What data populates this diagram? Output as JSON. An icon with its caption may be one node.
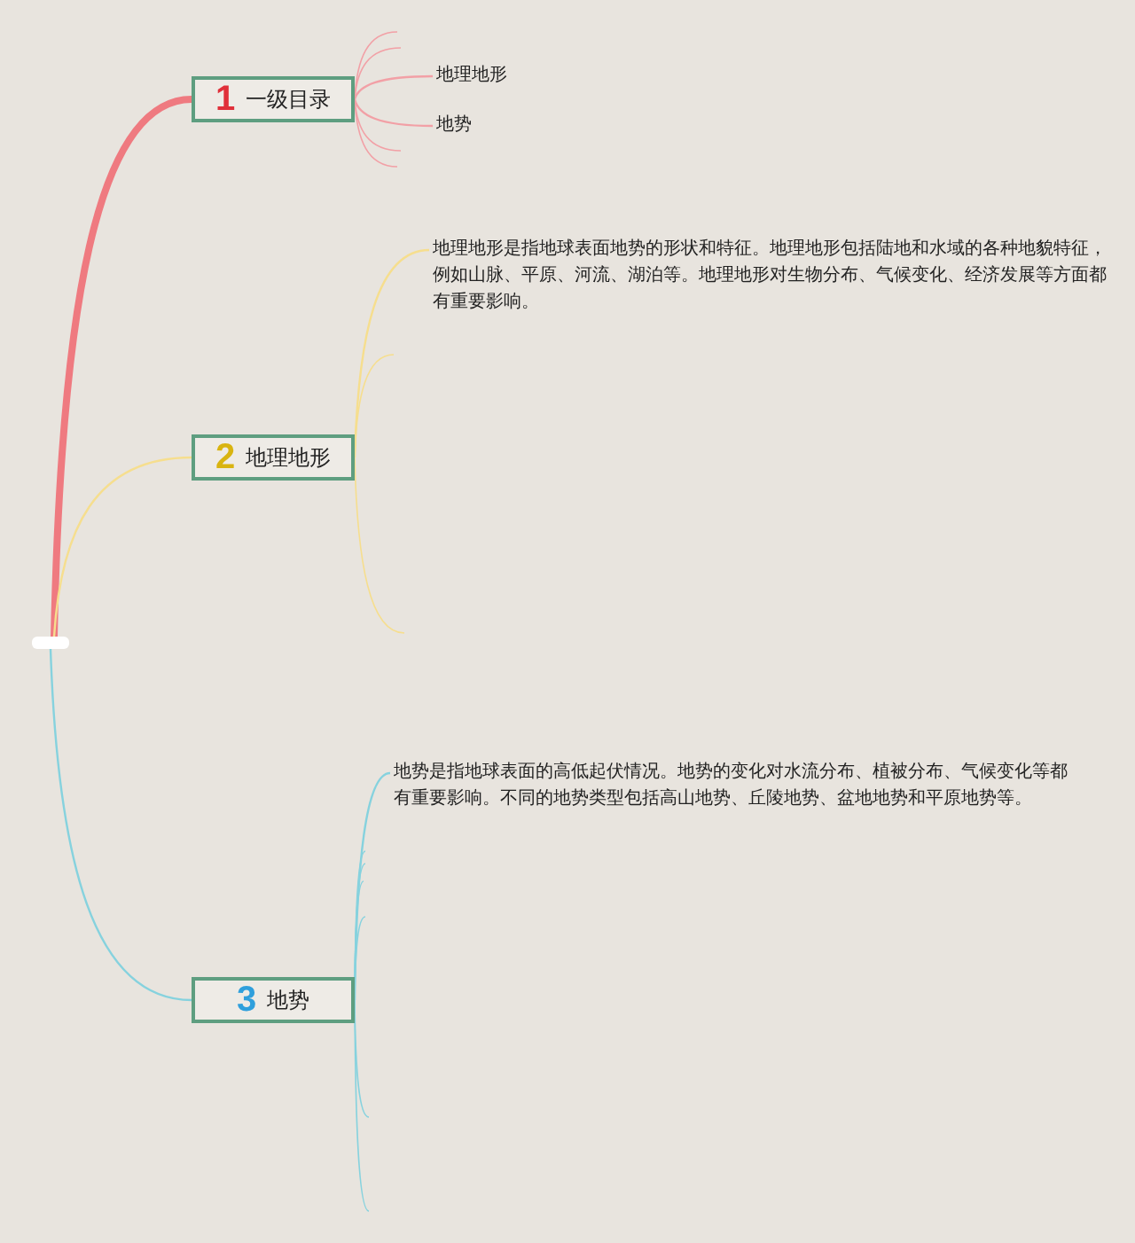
{
  "diagram": {
    "nodes": [
      {
        "text": [],
        "shape": "box"
      },
      {
        "text": [
          "1",
          "一级目录"
        ]
      },
      {
        "text": [
          "2",
          "地理地形"
        ]
      },
      {
        "text": [
          "3",
          "地势"
        ]
      },
      {
        "text": [
          "地理地形"
        ]
      },
      {
        "text": [
          "地势"
        ]
      },
      {
        "text": [
          "地理地形是指地球表面地势的形状和特征。地理地形包括陆地和水域的各种地貌特征，例如山脉、平原、河流、湖泊等。地理地形对生物分布、气候变化、经济发展等方面都有重要影响。"
        ]
      },
      {
        "text": [
          "地势是指地球表面的高低起伏情况。地势的变化对水流分布、植被分布、气候变化等都有重要影响。不同的地势类型包括高山地势、丘陵地势、盆地地势和平原地势等。"
        ]
      }
    ],
    "edges": [
      {
        "from": 0,
        "to": 1,
        "arrow": "none",
        "style": "thick",
        "color": "#ef7a80"
      },
      {
        "from": 0,
        "to": 2,
        "arrow": "none",
        "color": "#f6de8e"
      },
      {
        "from": 0,
        "to": 3,
        "arrow": "none",
        "color": "#86d2de"
      },
      {
        "from": 1,
        "to": 4,
        "arrow": "none",
        "color": "#f2a0a6"
      },
      {
        "from": 1,
        "to": 5,
        "arrow": "none",
        "color": "#f2a0a6"
      },
      {
        "from": 2,
        "to": 6,
        "arrow": "none",
        "color": "#f6de8e"
      },
      {
        "from": 3,
        "to": 7,
        "arrow": "none",
        "color": "#86d2de"
      },
      {
        "from": 1,
        "to": null,
        "arrow": "none",
        "color": "#f2a0a6"
      },
      {
        "from": 1,
        "to": null,
        "arrow": "none",
        "color": "#f2a0a6"
      },
      {
        "from": 1,
        "to": null,
        "arrow": "none",
        "color": "#f2a0a6"
      },
      {
        "from": 1,
        "to": null,
        "arrow": "none",
        "color": "#f2a0a6"
      },
      {
        "from": 2,
        "to": null,
        "arrow": "none",
        "color": "#f6de8e"
      },
      {
        "from": 2,
        "to": null,
        "arrow": "none",
        "color": "#f6de8e"
      },
      {
        "from": 3,
        "to": null,
        "arrow": "none",
        "color": "#86d2de"
      },
      {
        "from": 3,
        "to": null,
        "arrow": "none",
        "color": "#86d2de"
      },
      {
        "from": 3,
        "to": null,
        "arrow": "none",
        "color": "#86d2de"
      },
      {
        "from": 3,
        "to": null,
        "arrow": "none",
        "color": "#86d2de"
      },
      {
        "from": 3,
        "to": null,
        "arrow": "none",
        "color": "#86d2de"
      },
      {
        "from": 3,
        "to": null,
        "arrow": "none",
        "color": "#86d2de"
      }
    ]
  }
}
